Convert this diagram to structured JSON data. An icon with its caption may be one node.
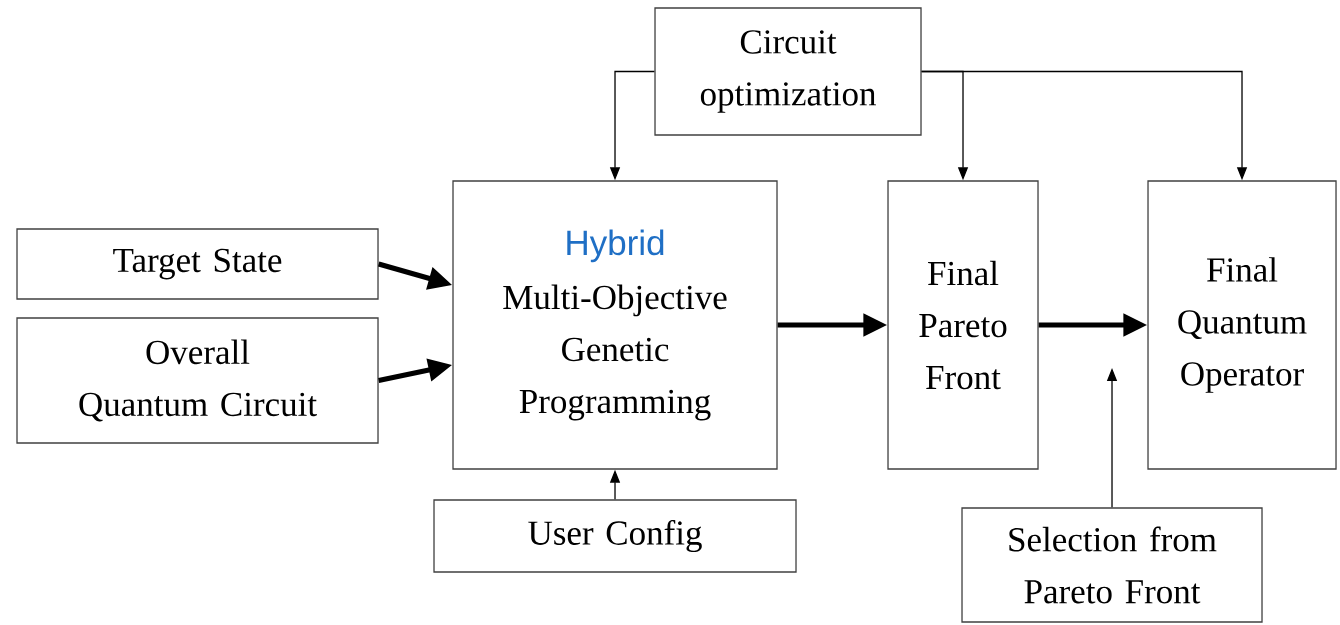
{
  "diagram": {
    "nodes": [
      {
        "text": [
          "Circuit optimization"
        ]
      },
      {
        "text": [
          "Target State"
        ]
      },
      {
        "text": [
          "Overall Quantum Circuit"
        ]
      },
      {
        "text": [
          "Hybrid",
          "Multi-Objective Genetic Programming"
        ]
      },
      {
        "text": [
          "User Config"
        ]
      },
      {
        "text": [
          "Final Pareto Front"
        ]
      },
      {
        "text": [
          "Final Quantum Operator"
        ]
      },
      {
        "text": [
          "Selection from Pareto Front"
        ]
      }
    ],
    "edges": [
      {
        "from": 0,
        "to": 3,
        "arrow": "to"
      },
      {
        "from": 0,
        "to": 5,
        "arrow": "to"
      },
      {
        "from": 0,
        "to": 6,
        "arrow": "to"
      },
      {
        "from": 1,
        "to": 3,
        "arrow": "to",
        "style": "thick"
      },
      {
        "from": 2,
        "to": 3,
        "arrow": "to",
        "style": "thick"
      },
      {
        "from": 4,
        "to": 3,
        "arrow": "to"
      },
      {
        "from": 3,
        "to": 5,
        "arrow": "to",
        "style": "thick"
      },
      {
        "from": 5,
        "to": 6,
        "arrow": "to",
        "style": "thick"
      },
      {
        "from": 7,
        "to": null,
        "arrow": "to"
      }
    ]
  }
}
